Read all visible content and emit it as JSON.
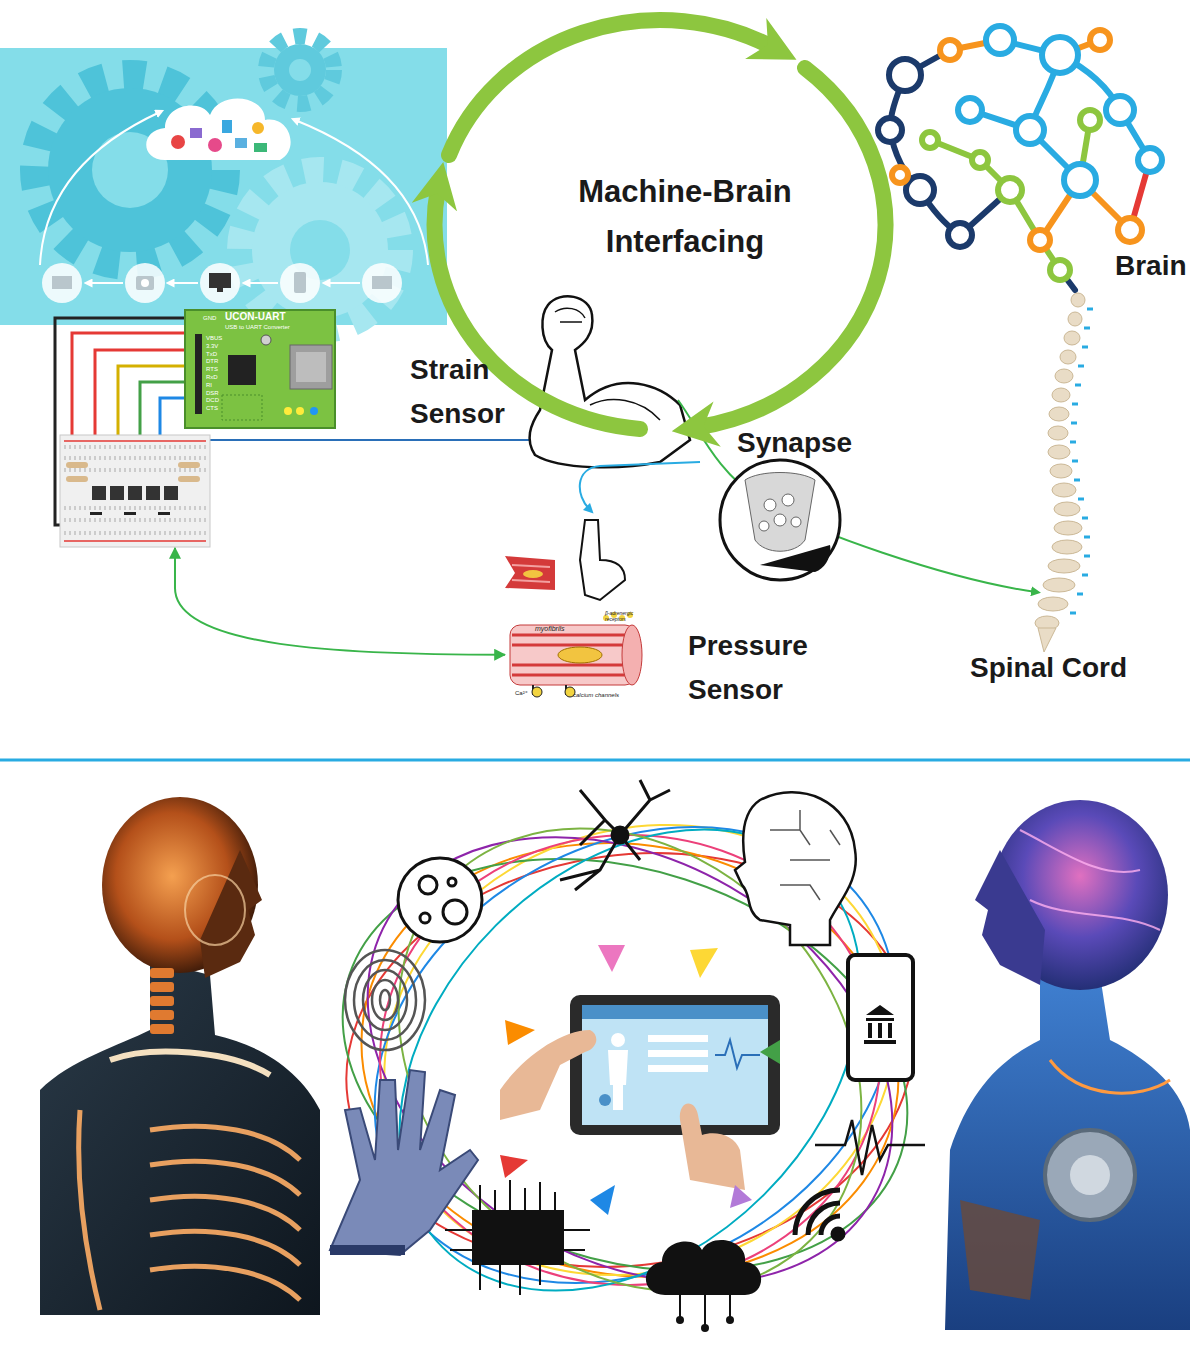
{
  "diagram": {
    "nodes": [
      {
        "text": [
          "Machine-Brain Interfacing"
        ]
      },
      {
        "text": [
          "UCON-UART",
          "USB to UART Converter",
          "GND",
          "VBUS",
          "3.3V",
          "TxD",
          "DTR",
          "RTS",
          "RxD",
          "RI",
          "DSR",
          "DCD",
          "CTS"
        ]
      },
      {
        "text": [
          "Pressure Sensor",
          "myofibrils",
          "β-adrenergic receptors",
          "calcium channels",
          "Ca²⁺"
        ]
      }
    ],
    "edges": [
      {
        "from": 1,
        "to": 2,
        "arrow": "both"
      }
    ],
    "labels": [
      "Brain",
      "Strain Sensor",
      "Synapse",
      "Spinal Cord"
    ]
  }
}
